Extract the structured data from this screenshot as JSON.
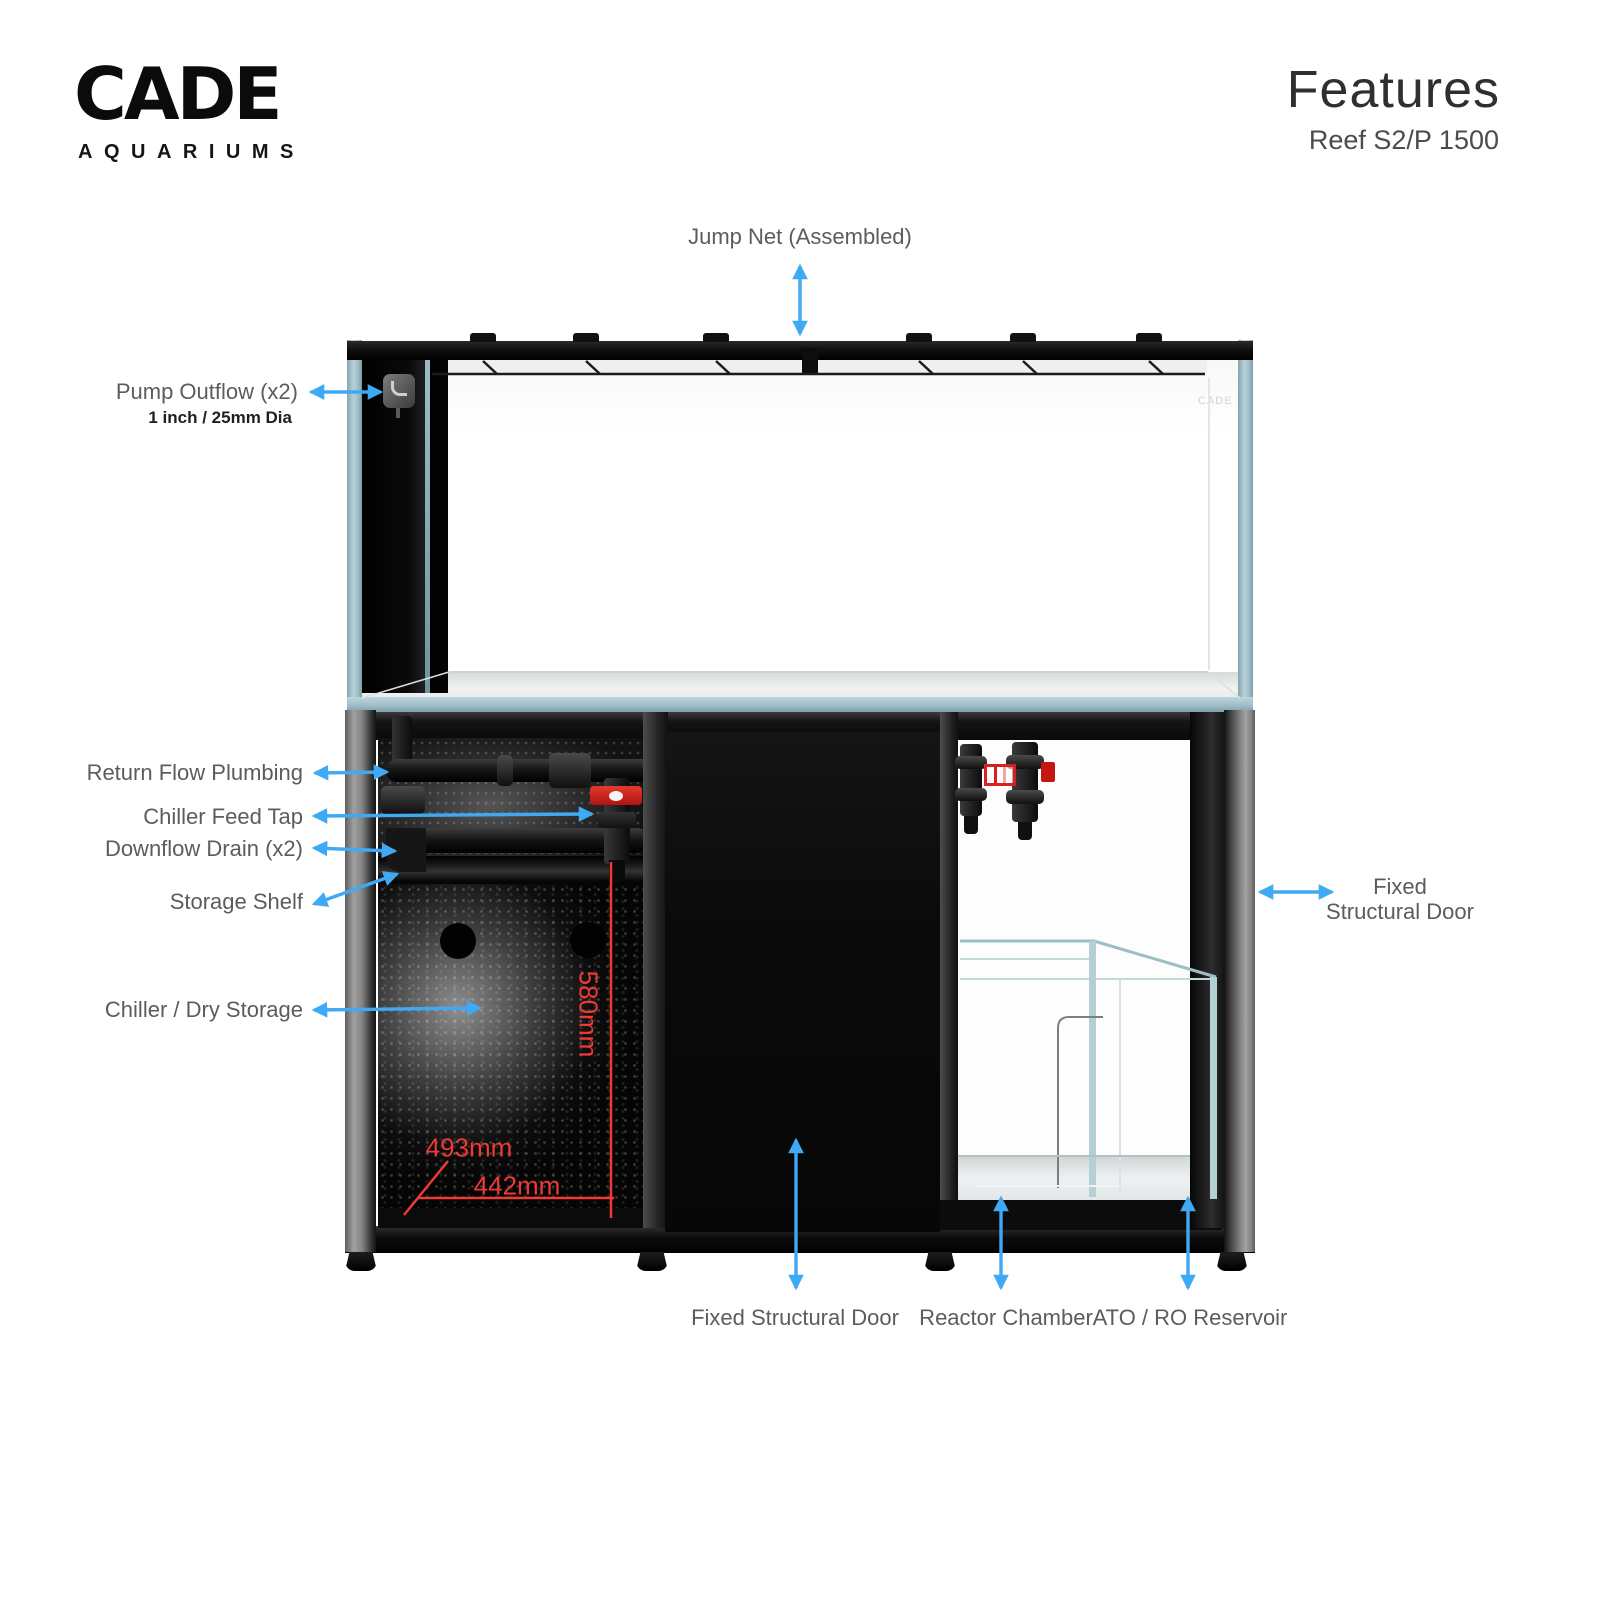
{
  "brand": {
    "logo_text": "CADE",
    "logo_subtext": "AQUARIUMS"
  },
  "header": {
    "title": "Features",
    "subtitle": "Reef S2/P 1500"
  },
  "tank": {
    "watermark": "CADE"
  },
  "callouts": {
    "jump_net": "Jump Net (Assembled)",
    "pump_outflow": "Pump Outflow (x2)",
    "pump_outflow_detail": "1 inch / 25mm Dia",
    "return_flow": "Return Flow Plumbing",
    "chiller_feed": "Chiller Feed Tap",
    "downflow_drain": "Downflow Drain (x2)",
    "storage_shelf": "Storage Shelf",
    "chiller_storage": "Chiller / Dry Storage",
    "fixed_door_side_line1": "Fixed",
    "fixed_door_side_line2": "Structural Door",
    "fixed_door_bottom": "Fixed Structural Door",
    "reactor_chamber": "Reactor Chamber",
    "ato_reservoir": "ATO / RO Reservoir"
  },
  "dimensions": {
    "cabinet_height": "580mm",
    "cabinet_depth": "493mm",
    "cabinet_width": "442mm"
  },
  "colors": {
    "arrow_blue": "#3fa9f5",
    "dimension_red": "#ee3a34",
    "valve_red": "#d8201c",
    "glass_teal": "#a4c3cc"
  }
}
